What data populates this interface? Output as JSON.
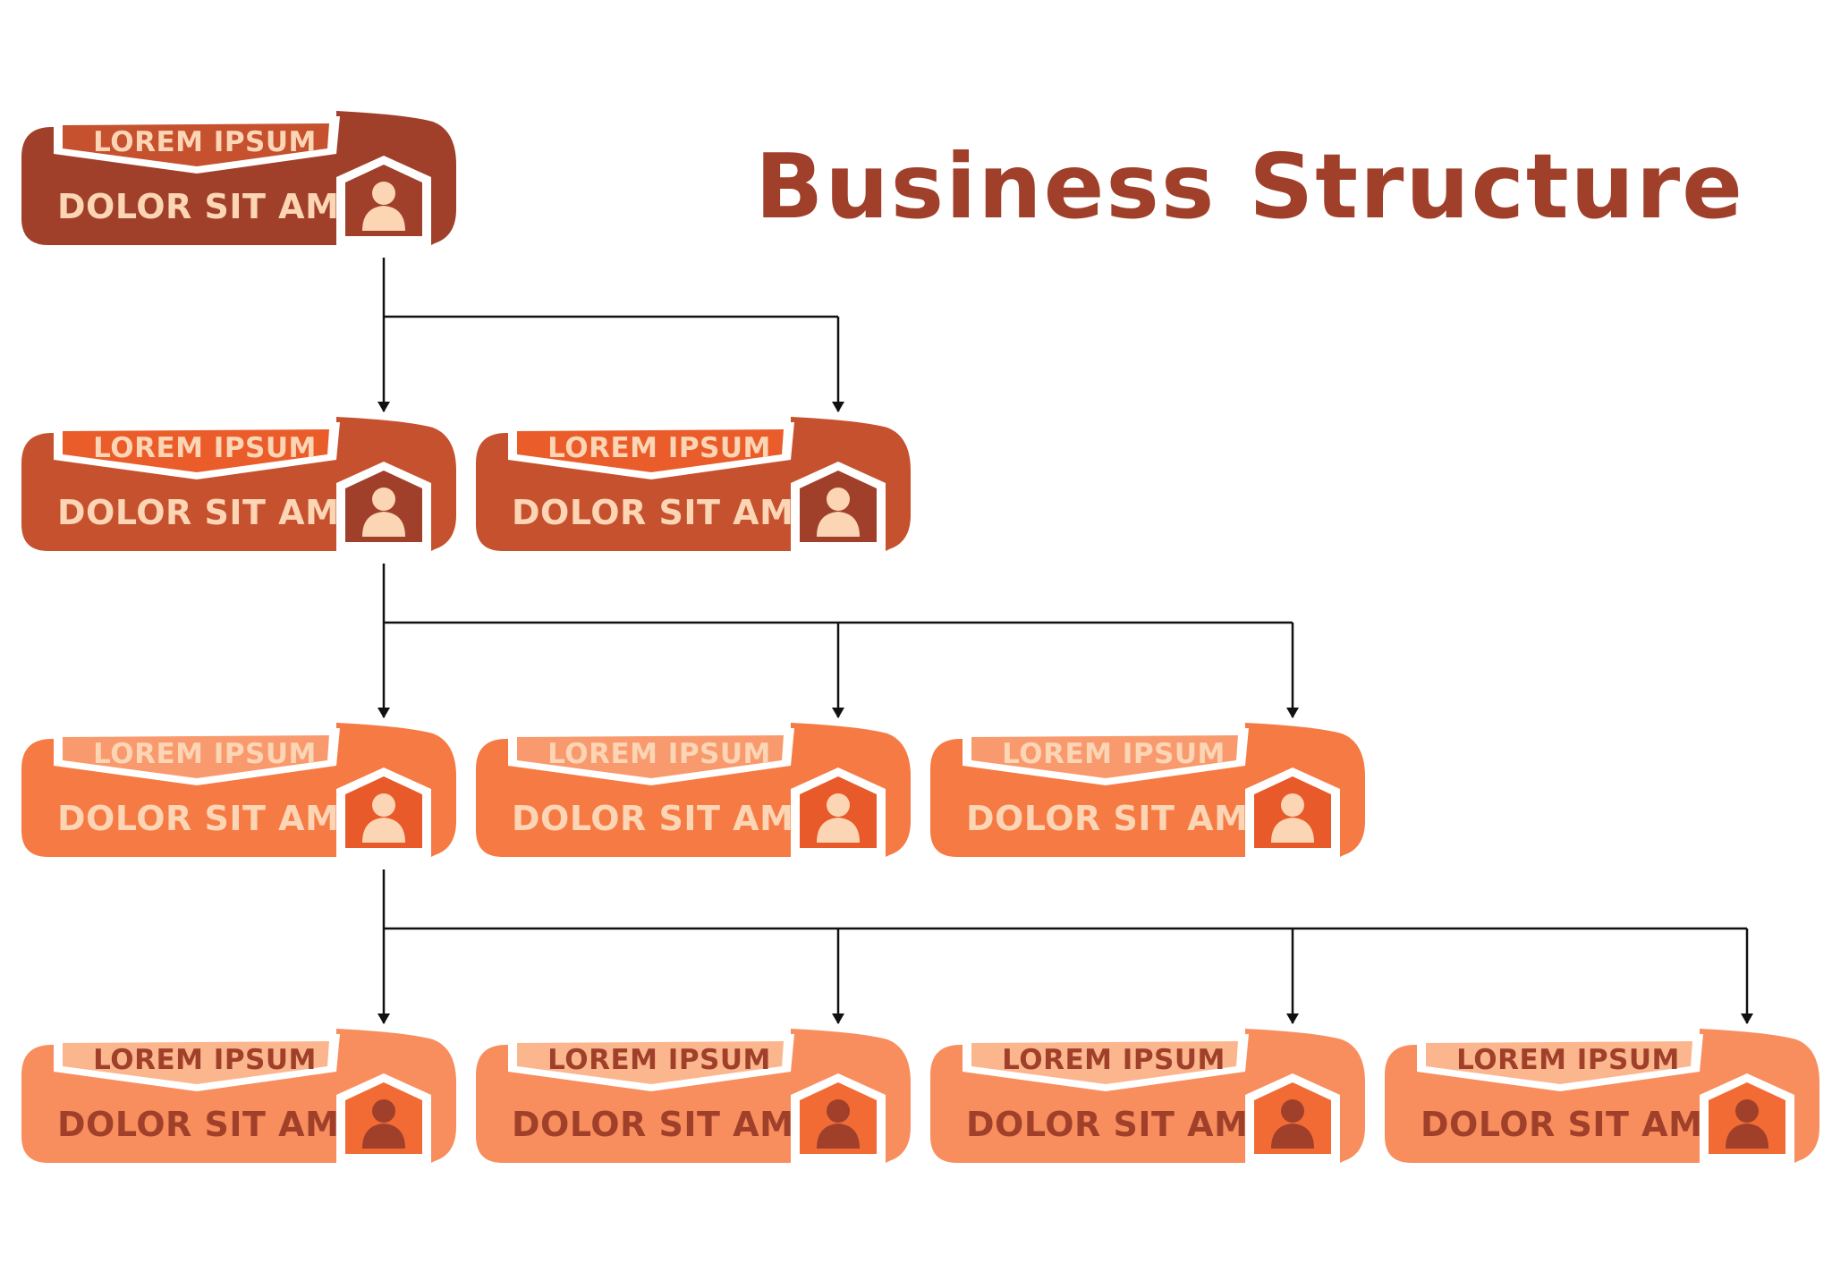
{
  "title": "Business Structure",
  "colors": {
    "title": "#A0402A",
    "connector": "#111111",
    "highlight": "#FFFFFF"
  },
  "levels": [
    {
      "body": "#A0402A",
      "band": "#C5512E",
      "icon_box": "#A0402A",
      "icon": "#FCD5B5",
      "title_text": "#FCD5B5",
      "sub_text": "#FCD5B5"
    },
    {
      "body": "#C5512E",
      "band": "#EA5D2B",
      "icon_box": "#A0402A",
      "icon": "#FCD5B5",
      "title_text": "#FCD5B5",
      "sub_text": "#FCD5B5"
    },
    {
      "body": "#F57A44",
      "band": "#F89A6E",
      "icon_box": "#E85A29",
      "icon": "#FCD5B5",
      "title_text": "#FCD5B5",
      "sub_text": "#FCD5B5"
    },
    {
      "body": "#F88E5E",
      "band": "#FBB68E",
      "icon_box": "#F26B35",
      "icon": "#A0402A",
      "title_text": "#A0402A",
      "sub_text": "#A0402A"
    }
  ],
  "nodes": [
    {
      "id": "n0",
      "level": 0,
      "col": 0,
      "title": "LOREM IPSUM",
      "subtitle": "DOLOR SIT AMET",
      "icon": "person-icon"
    },
    {
      "id": "n1",
      "level": 1,
      "col": 0,
      "parent": "n0",
      "title": "LOREM IPSUM",
      "subtitle": "DOLOR SIT AMET",
      "icon": "person-icon"
    },
    {
      "id": "n2",
      "level": 1,
      "col": 1,
      "parent": "n0",
      "title": "LOREM IPSUM",
      "subtitle": "DOLOR SIT AMET",
      "icon": "person-icon"
    },
    {
      "id": "n3",
      "level": 2,
      "col": 0,
      "parent": "n1",
      "title": "LOREM IPSUM",
      "subtitle": "DOLOR SIT AMET",
      "icon": "person-icon"
    },
    {
      "id": "n4",
      "level": 2,
      "col": 1,
      "parent": "n1",
      "title": "LOREM IPSUM",
      "subtitle": "DOLOR SIT AMET",
      "icon": "person-icon"
    },
    {
      "id": "n5",
      "level": 2,
      "col": 2,
      "parent": "n1",
      "title": "LOREM IPSUM",
      "subtitle": "DOLOR SIT AMET",
      "icon": "person-icon"
    },
    {
      "id": "n6",
      "level": 3,
      "col": 0,
      "parent": "n3",
      "title": "LOREM IPSUM",
      "subtitle": "DOLOR SIT AMET",
      "icon": "person-icon"
    },
    {
      "id": "n7",
      "level": 3,
      "col": 1,
      "parent": "n3",
      "title": "LOREM IPSUM",
      "subtitle": "DOLOR SIT AMET",
      "icon": "person-icon"
    },
    {
      "id": "n8",
      "level": 3,
      "col": 2,
      "parent": "n3",
      "title": "LOREM IPSUM",
      "subtitle": "DOLOR SIT AMET",
      "icon": "person-icon"
    },
    {
      "id": "n9",
      "level": 3,
      "col": 3,
      "parent": "n3",
      "title": "LOREM IPSUM",
      "subtitle": "DOLOR SIT AMET",
      "icon": "person-icon"
    }
  ]
}
